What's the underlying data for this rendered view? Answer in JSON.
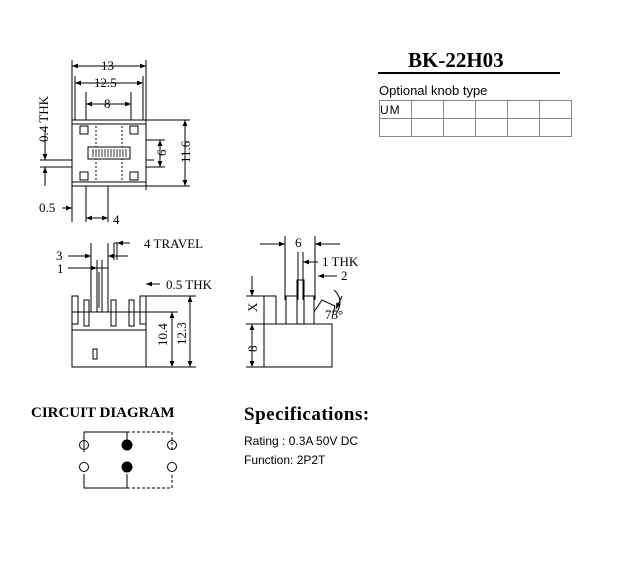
{
  "model": "BK-22H03",
  "knob": {
    "label": "Optional knob type",
    "rows": [
      [
        "UM",
        "",
        "",
        "",
        "",
        ""
      ],
      [
        "",
        "",
        "",
        "",
        "",
        ""
      ]
    ]
  },
  "drawing": {
    "top_view": {
      "dim_13": "13",
      "dim_12_5": "12.5",
      "dim_8": "8",
      "dim_thk": "0.4 THK",
      "dim_6": "6",
      "dim_11_6": "11.6",
      "dim_0_5": "0.5",
      "dim_4": "4"
    },
    "side_view": {
      "dim_3": "3",
      "dim_1": "1",
      "travel": "4 TRAVEL",
      "dim_0_5thk": "0.5 THK",
      "dim_10_4": "10.4",
      "dim_12_3": "12.3"
    },
    "end_view": {
      "dim_6": "6",
      "dim_1thk": "1 THK",
      "dim_2": "2",
      "dim_x": "X",
      "dim_8": "8",
      "angle": "75°"
    }
  },
  "circuit": {
    "title": "CIRCUIT DIAGRAM"
  },
  "specs": {
    "title": "Specifications:",
    "rating": "Rating : 0.3A 50V DC",
    "function": "Function: 2P2T"
  }
}
